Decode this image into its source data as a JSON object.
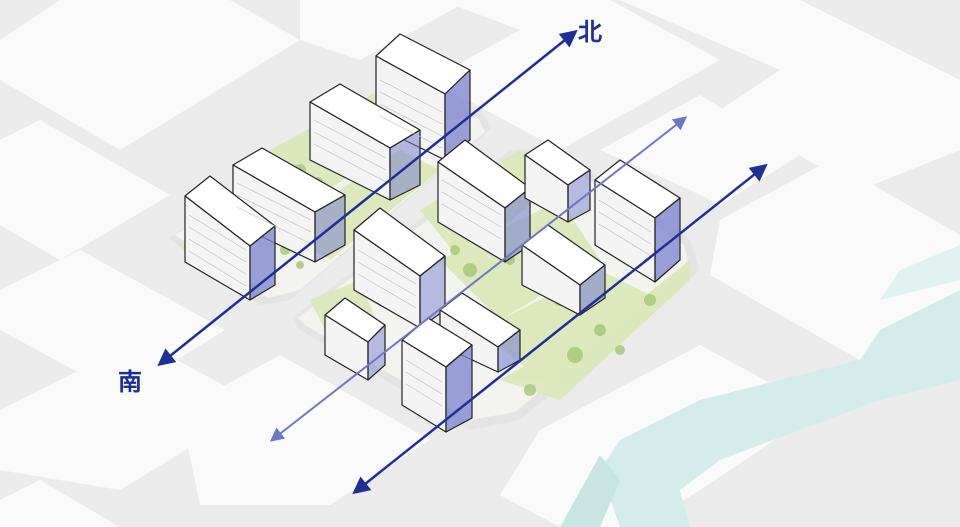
{
  "labels": {
    "north": "北",
    "south": "南"
  },
  "colors": {
    "background": "#ebebeb",
    "road_block": "#fafafa",
    "water": "#d4ecea",
    "green_space": "#dbe8b8",
    "plaza": "#f2f2ee",
    "building_top": "#ffffff",
    "building_side": "#f4f4f4",
    "building_line": "#222222",
    "axis_dark": "#1e2f95",
    "axis_light": "#6e78c2",
    "highlight_fill": "#7b82cf"
  },
  "diagram": {
    "type": "isometric-site-plan",
    "axes": [
      {
        "id": "axis-main-south-north",
        "style": "dark",
        "labeled_ends": [
          "south",
          "north"
        ]
      },
      {
        "id": "axis-middle",
        "style": "light"
      },
      {
        "id": "axis-east",
        "style": "dark"
      }
    ]
  }
}
